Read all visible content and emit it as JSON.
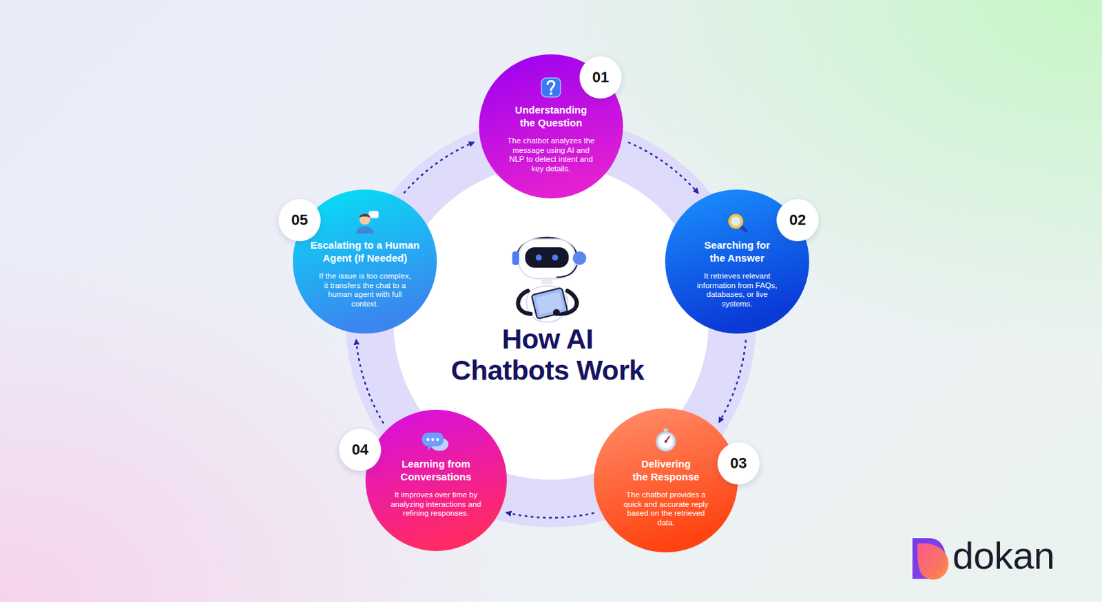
{
  "diagram": {
    "title": "How AI Chatbots Work",
    "nodes": [
      {
        "text": [
          "Understanding the Question",
          "The chatbot analyzes the message using AI and NLP to detect intent and key details."
        ]
      },
      {
        "text": [
          "Searching for the Answer",
          "It retrieves relevant information from FAQs, databases, or live systems."
        ]
      },
      {
        "text": [
          "Delivering the Response",
          "The chatbot provides a quick and accurate reply based on the retrieved data."
        ]
      },
      {
        "text": [
          "Learning from Conversations",
          "It improves over time by analyzing interactions and refining responses."
        ]
      },
      {
        "text": [
          "Escalating to a Human Agent (If Needed)",
          "If the issue is too complex, it transfers the chat to a human agent with full context."
        ]
      }
    ],
    "edges": [
      {
        "from": 0,
        "to": 1,
        "arrow": "to"
      },
      {
        "from": 1,
        "to": 2,
        "arrow": "to"
      },
      {
        "from": 2,
        "to": 3,
        "arrow": "to"
      },
      {
        "from": 3,
        "to": 4,
        "arrow": "to"
      },
      {
        "from": 4,
        "to": 0,
        "arrow": "to"
      }
    ],
    "labels": [
      "01",
      "02",
      "03",
      "04",
      "05",
      "dokan"
    ]
  }
}
